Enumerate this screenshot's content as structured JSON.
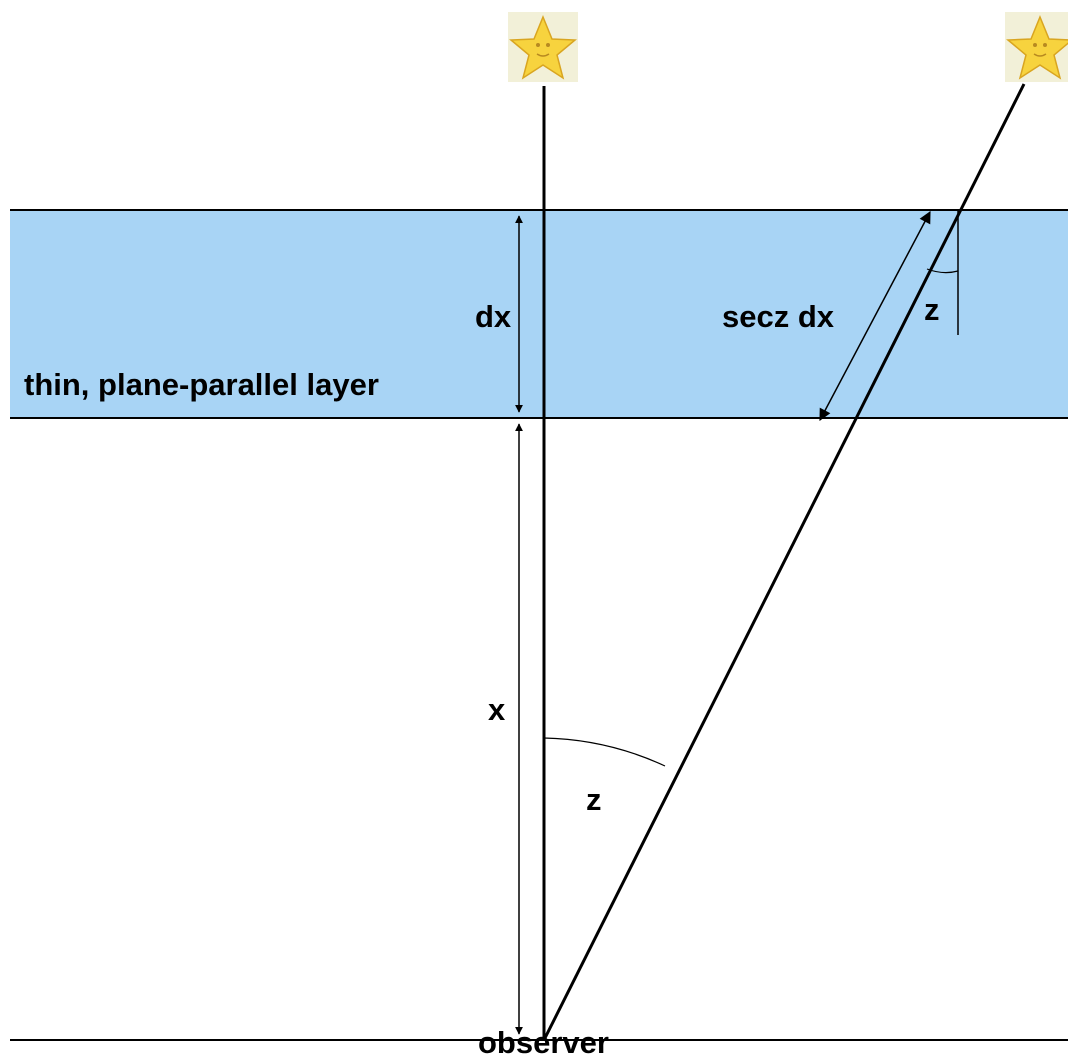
{
  "labels": {
    "dx": "dx",
    "layer": "thin, plane-parallel layer",
    "secz_dx": "secz dx",
    "z_upper": "z",
    "x": "x",
    "z_lower": "z",
    "observer": "observer"
  },
  "colors": {
    "layer_fill": "#a8d4f5",
    "line": "#000000",
    "star_fill": "#f7d33e",
    "star_bg": "#f2f0d8"
  },
  "icons": {
    "star_left": "star-icon",
    "star_right": "star-icon"
  }
}
